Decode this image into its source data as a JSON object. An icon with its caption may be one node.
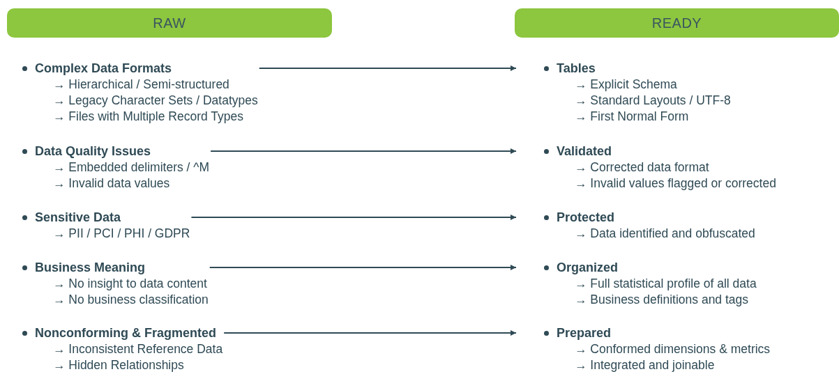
{
  "diagram": {
    "nodes": [
      {
        "text": [
          "RAW"
        ]
      },
      {
        "text": [
          "READY"
        ]
      },
      {
        "text": [
          "Complex Data Formats",
          "→ Hierarchical / Semi-structured",
          "→ Legacy Character Sets / Datatypes",
          "→ Files with Multiple Record Types"
        ]
      },
      {
        "text": [
          "Tables",
          "→ Explicit Schema",
          "→ Standard Layouts / UTF-8",
          "→ First Normal Form"
        ]
      },
      {
        "text": [
          "Data Quality Issues",
          "→ Embedded delimiters / ^M",
          "→ Invalid data values"
        ]
      },
      {
        "text": [
          "Validated",
          "→ Corrected data format",
          "→ Invalid values flagged or corrected"
        ]
      },
      {
        "text": [
          "Sensitive Data",
          "→ PII / PCI / PHI / GDPR"
        ]
      },
      {
        "text": [
          "Protected",
          "→ Data identified and obfuscated"
        ]
      },
      {
        "text": [
          "Business Meaning",
          "→ No insight to data content",
          "→ No business classification"
        ]
      },
      {
        "text": [
          "Organized",
          "→ Full statistical profile of all data",
          "→ Business definitions and tags"
        ]
      },
      {
        "text": [
          "Nonconforming & Fragmented",
          "→ Inconsistent Reference Data",
          "→ Hidden Relationships"
        ]
      },
      {
        "text": [
          "Prepared",
          "→ Conformed dimensions & metrics",
          "→ Integrated and joinable"
        ]
      }
    ],
    "edges": [
      {
        "from": 2,
        "to": 3,
        "arrow": "to"
      },
      {
        "from": 4,
        "to": 5,
        "arrow": "to"
      },
      {
        "from": 6,
        "to": 7,
        "arrow": "to"
      },
      {
        "from": 8,
        "to": 9,
        "arrow": "to"
      },
      {
        "from": 10,
        "to": 11,
        "arrow": "to"
      }
    ]
  }
}
